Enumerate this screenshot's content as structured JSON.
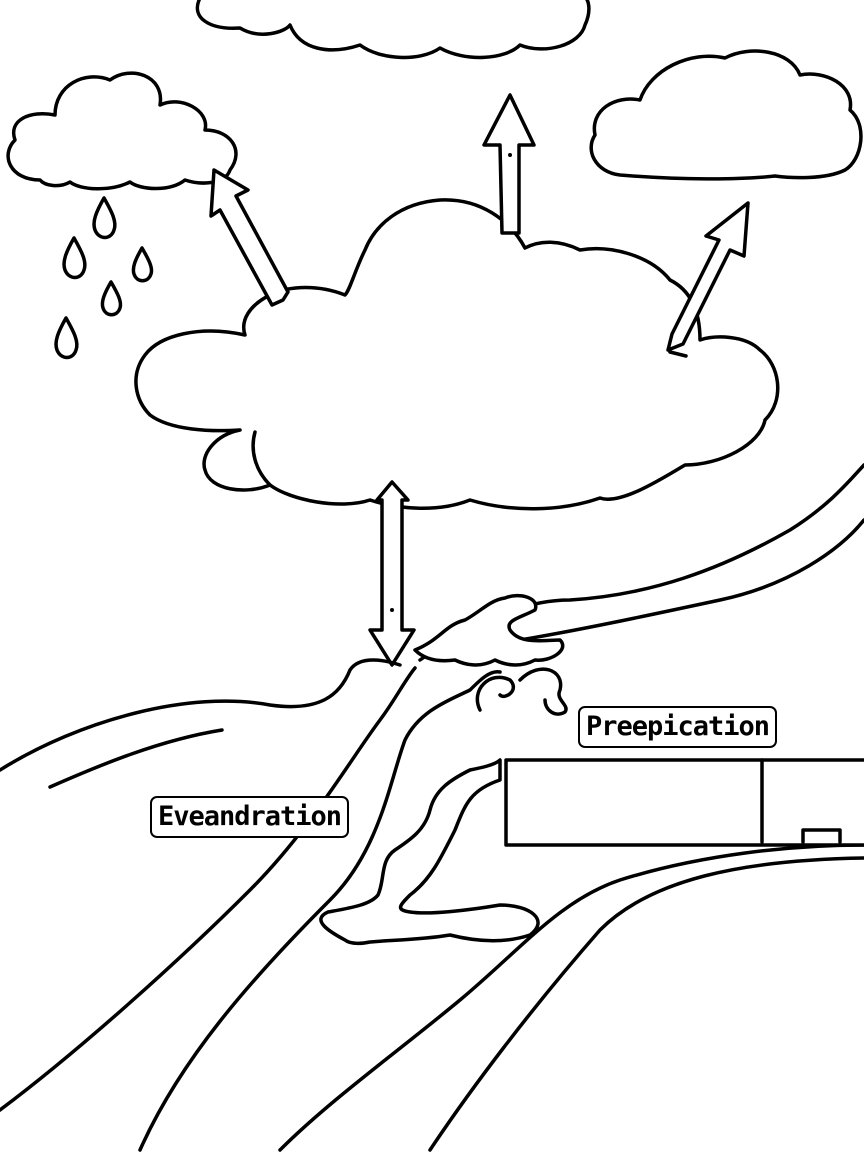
{
  "diagram": {
    "labels": {
      "precipitation": "Preepication",
      "evaporation": "Eveandration"
    },
    "colors": {
      "stroke": "#000000",
      "background": "#ffffff"
    },
    "icons": [
      "cloud-icon",
      "raindrop-icon",
      "arrow-icon",
      "river",
      "building"
    ]
  }
}
